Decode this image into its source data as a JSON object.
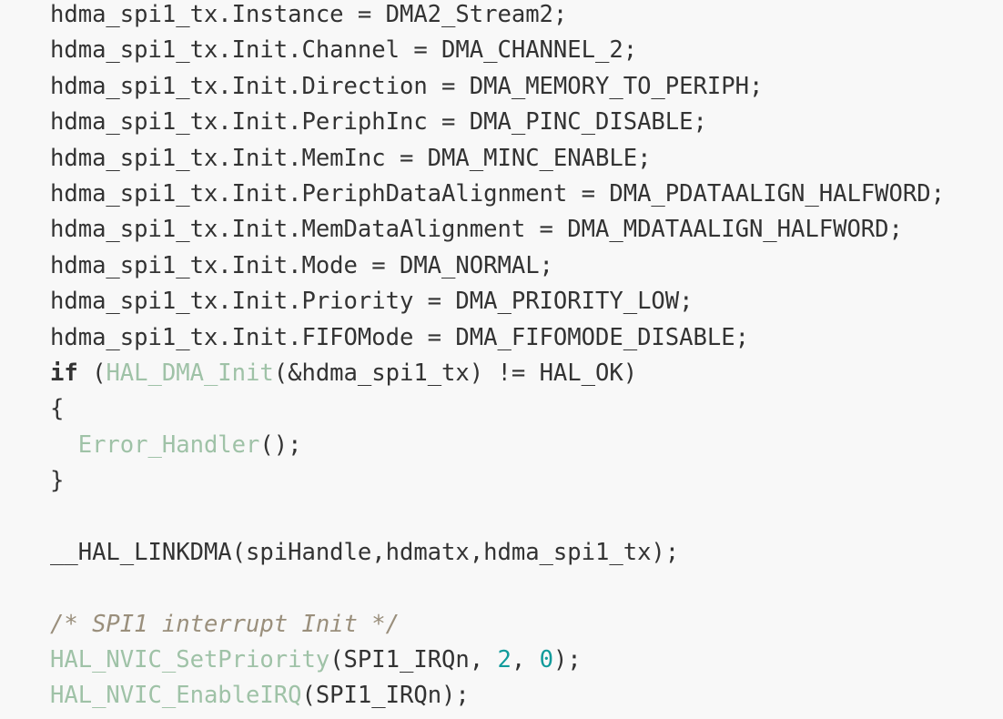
{
  "colors": {
    "background": "#f8f8f8",
    "text": "#333333",
    "function": "#9fc2a7",
    "number": "#109b9b",
    "comment": "#9a8f7c"
  },
  "code_lines": [
    [
      {
        "t": "hdma_spi1_tx.Instance = DMA2_Stream2;",
        "c": "pl"
      }
    ],
    [
      {
        "t": "hdma_spi1_tx.Init.Channel = DMA_CHANNEL_2;",
        "c": "pl"
      }
    ],
    [
      {
        "t": "hdma_spi1_tx.Init.Direction = DMA_MEMORY_TO_PERIPH;",
        "c": "pl"
      }
    ],
    [
      {
        "t": "hdma_spi1_tx.Init.PeriphInc = DMA_PINC_DISABLE;",
        "c": "pl"
      }
    ],
    [
      {
        "t": "hdma_spi1_tx.Init.MemInc = DMA_MINC_ENABLE;",
        "c": "pl"
      }
    ],
    [
      {
        "t": "hdma_spi1_tx.Init.PeriphDataAlignment = DMA_PDATAALIGN_HALFWORD;",
        "c": "pl"
      }
    ],
    [
      {
        "t": "hdma_spi1_tx.Init.MemDataAlignment = DMA_MDATAALIGN_HALFWORD;",
        "c": "pl"
      }
    ],
    [
      {
        "t": "hdma_spi1_tx.Init.Mode = DMA_NORMAL;",
        "c": "pl"
      }
    ],
    [
      {
        "t": "hdma_spi1_tx.Init.Priority = DMA_PRIORITY_LOW;",
        "c": "pl"
      }
    ],
    [
      {
        "t": "hdma_spi1_tx.Init.FIFOMode = DMA_FIFOMODE_DISABLE;",
        "c": "pl"
      }
    ],
    [
      {
        "t": "if",
        "c": "kw"
      },
      {
        "t": " (",
        "c": "pl"
      },
      {
        "t": "HAL_DMA_Init",
        "c": "fn"
      },
      {
        "t": "(&hdma_spi1_tx) != HAL_OK)",
        "c": "pl"
      }
    ],
    [
      {
        "t": "{",
        "c": "pl"
      }
    ],
    [
      {
        "t": "  ",
        "c": "pl"
      },
      {
        "t": "Error_Handler",
        "c": "fn"
      },
      {
        "t": "();",
        "c": "pl"
      }
    ],
    [
      {
        "t": "}",
        "c": "pl"
      }
    ],
    [],
    [
      {
        "t": "__HAL_LINKDMA(spiHandle,hdmatx,hdma_spi1_tx);",
        "c": "pl"
      }
    ],
    [],
    [
      {
        "t": "/* SPI1 interrupt Init */",
        "c": "cm"
      }
    ],
    [
      {
        "t": "HAL_NVIC_SetPriority",
        "c": "fn"
      },
      {
        "t": "(SPI1_IRQn, ",
        "c": "pl"
      },
      {
        "t": "2",
        "c": "num"
      },
      {
        "t": ", ",
        "c": "pl"
      },
      {
        "t": "0",
        "c": "num"
      },
      {
        "t": ");",
        "c": "pl"
      }
    ],
    [
      {
        "t": "HAL_NVIC_EnableIRQ",
        "c": "fn"
      },
      {
        "t": "(SPI1_IRQn);",
        "c": "pl"
      }
    ]
  ]
}
